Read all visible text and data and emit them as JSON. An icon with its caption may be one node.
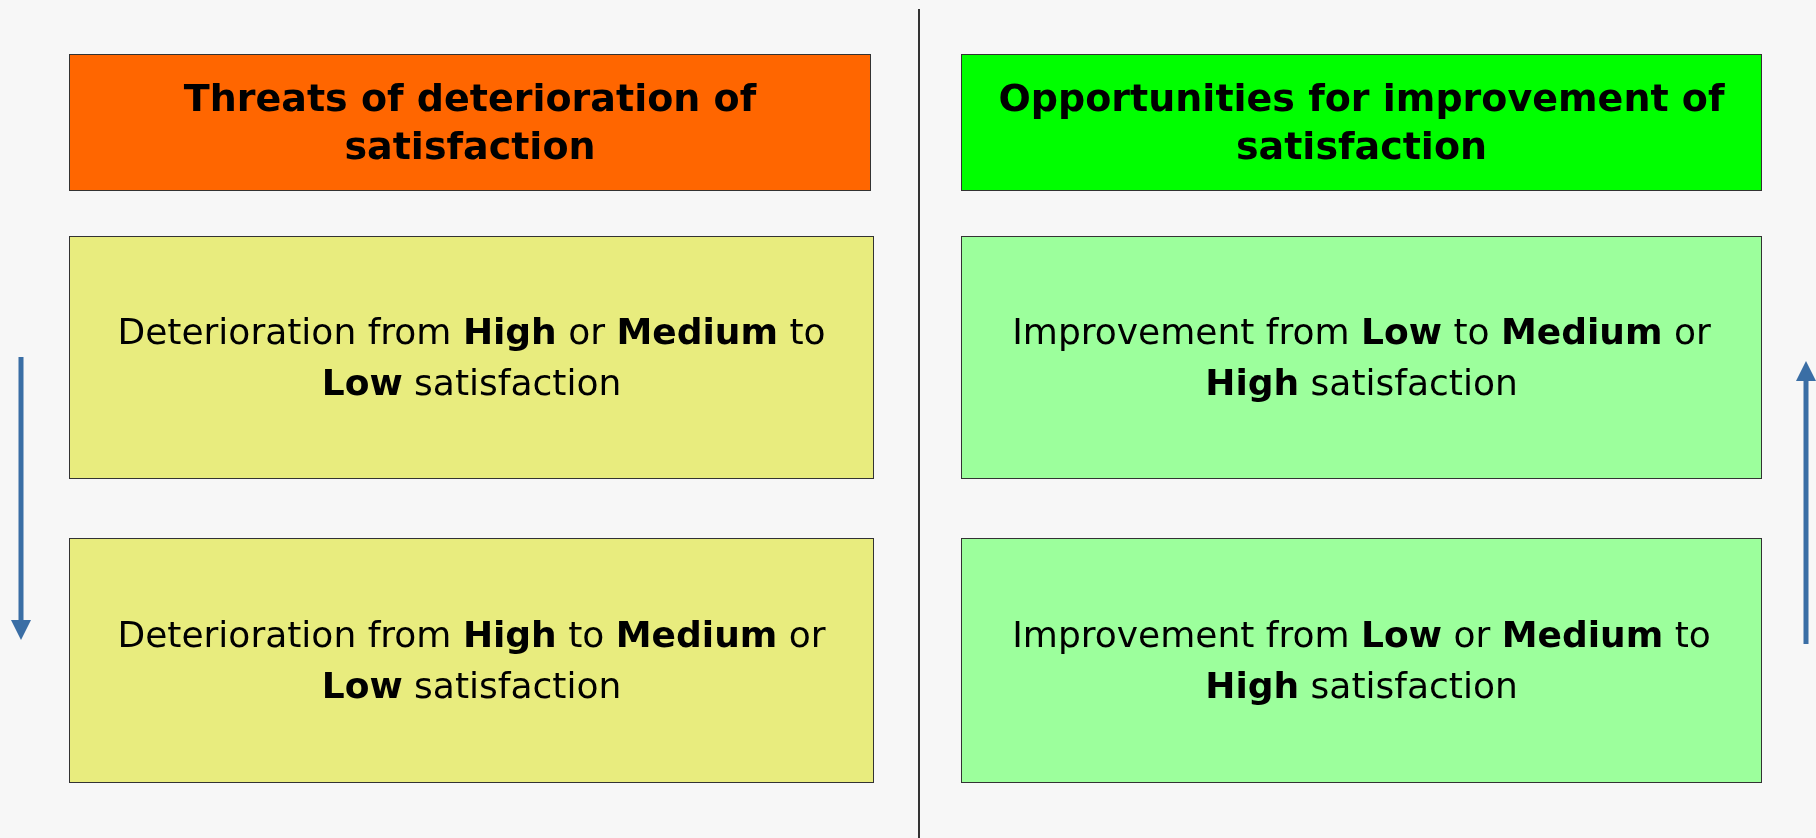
{
  "diagram": {
    "nodes": [
      {
        "text": [
          "Threats of deterioration of satisfaction"
        ]
      },
      {
        "text": [
          "Opportunities for improvement of satisfaction"
        ]
      },
      {
        "text": [
          "Deterioration from **High** or **Medium** to **Low** satisfaction"
        ]
      },
      {
        "text": [
          "Improvement from **Low** to **Medium** or **High** satisfaction"
        ]
      },
      {
        "text": [
          "Deterioration from **High** to **Medium** or **Low** satisfaction"
        ]
      },
      {
        "text": [
          "Improvement from **Low** or **Medium** to **High** satisfaction"
        ]
      }
    ],
    "edges": []
  }
}
